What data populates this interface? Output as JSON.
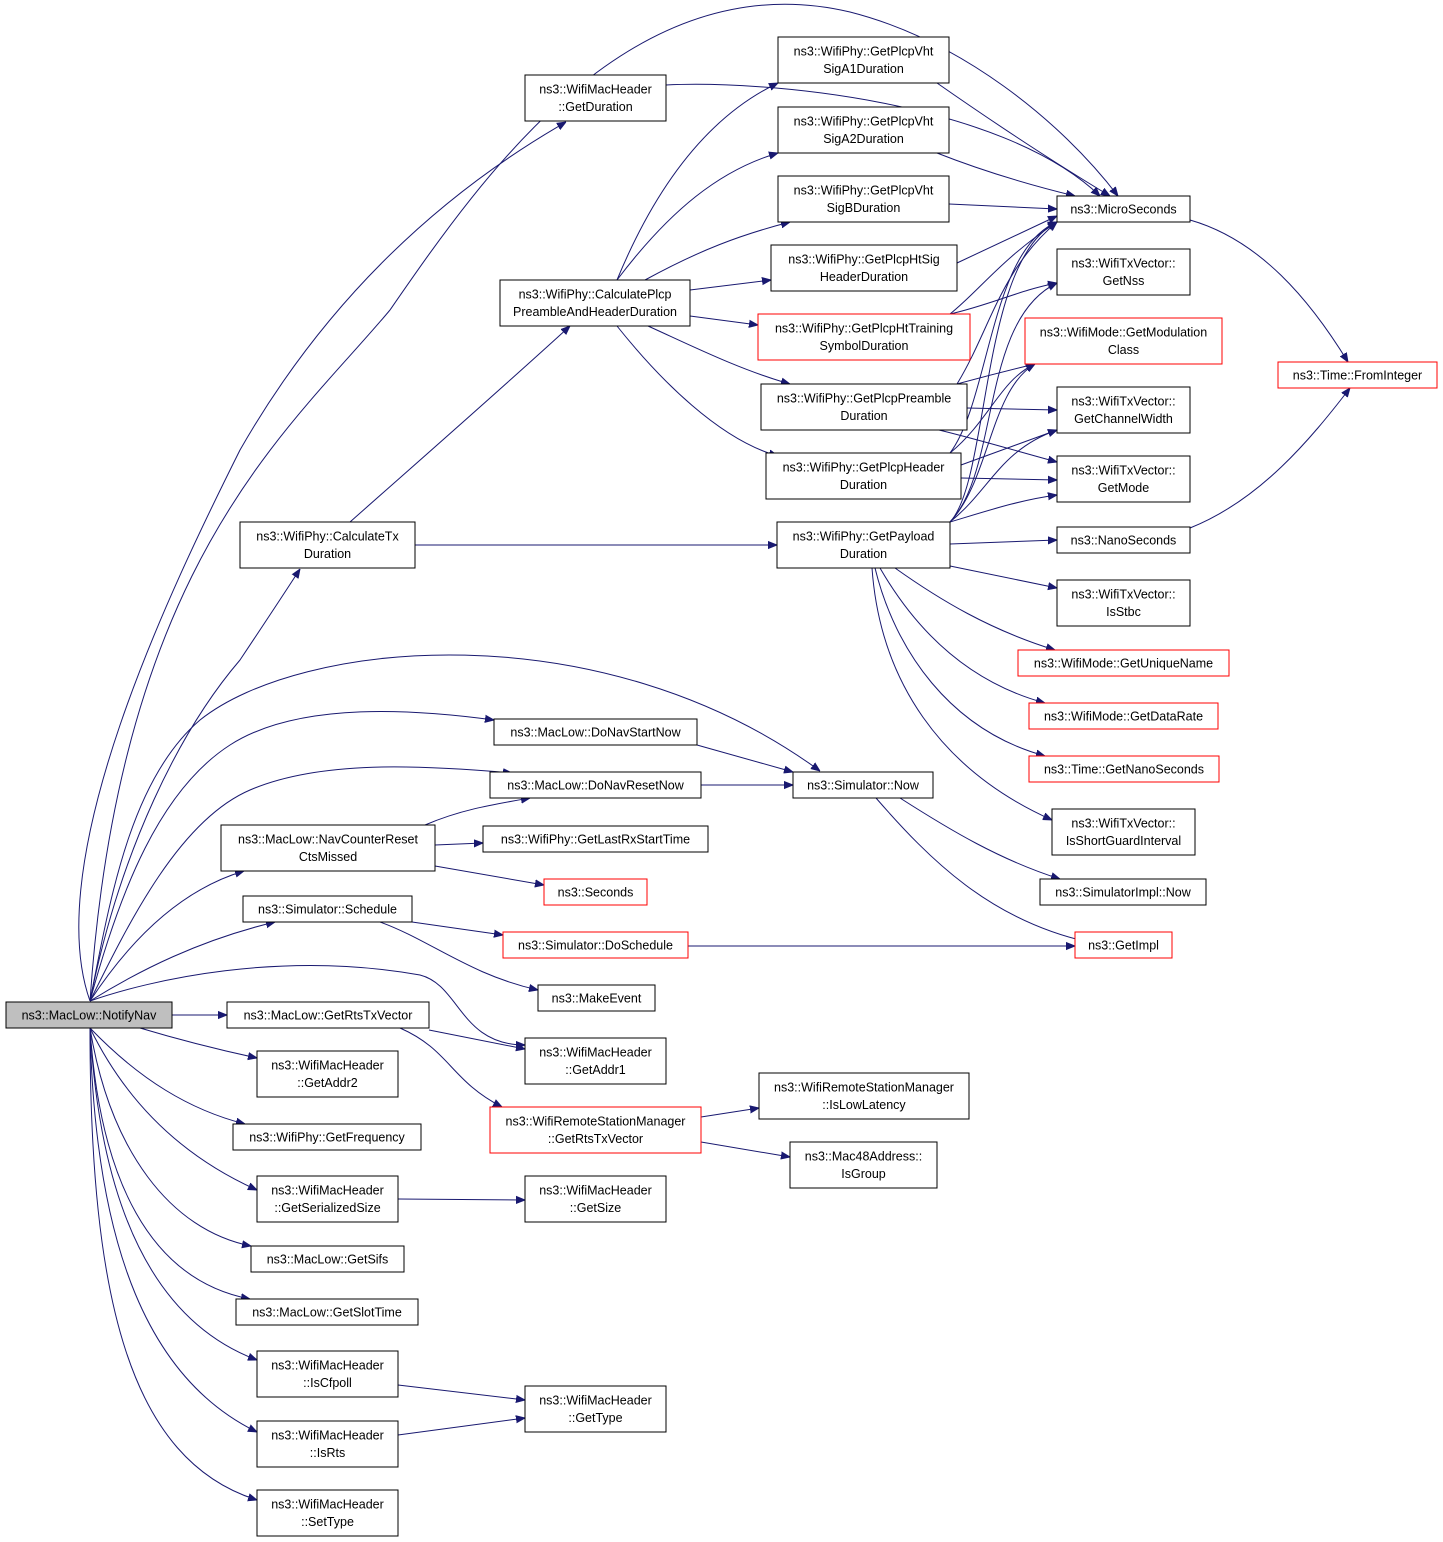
{
  "graph": {
    "nodes": [
      {
        "id": "notifynav",
        "lines": [
          "ns3::MacLow::NotifyNav"
        ],
        "style": "root"
      },
      {
        "id": "whdr_getduration",
        "lines": [
          "ns3::WifiMacHeader",
          "::GetDuration"
        ],
        "style": "normal"
      },
      {
        "id": "vhta1",
        "lines": [
          "ns3::WifiPhy::GetPlcpVht",
          "SigA1Duration"
        ],
        "style": "normal"
      },
      {
        "id": "vhta2",
        "lines": [
          "ns3::WifiPhy::GetPlcpVht",
          "SigA2Duration"
        ],
        "style": "normal"
      },
      {
        "id": "vhtb",
        "lines": [
          "ns3::WifiPhy::GetPlcpVht",
          "SigBDuration"
        ],
        "style": "normal"
      },
      {
        "id": "htsig",
        "lines": [
          "ns3::WifiPhy::GetPlcpHtSig",
          "HeaderDuration"
        ],
        "style": "normal"
      },
      {
        "id": "calcpreamble",
        "lines": [
          "ns3::WifiPhy::CalculatePlcp",
          "PreambleAndHeaderDuration"
        ],
        "style": "normal"
      },
      {
        "id": "httraining",
        "lines": [
          "ns3::WifiPhy::GetPlcpHtTraining",
          "SymbolDuration"
        ],
        "style": "red"
      },
      {
        "id": "preamble",
        "lines": [
          "ns3::WifiPhy::GetPlcpPreamble",
          "Duration"
        ],
        "style": "normal"
      },
      {
        "id": "plcpheader",
        "lines": [
          "ns3::WifiPhy::GetPlcpHeader",
          "Duration"
        ],
        "style": "normal"
      },
      {
        "id": "calctx",
        "lines": [
          "ns3::WifiPhy::CalculateTx",
          "Duration"
        ],
        "style": "normal"
      },
      {
        "id": "payload",
        "lines": [
          "ns3::WifiPhy::GetPayload",
          "Duration"
        ],
        "style": "normal"
      },
      {
        "id": "microseconds",
        "lines": [
          "ns3::MicroSeconds"
        ],
        "style": "normal"
      },
      {
        "id": "getnss",
        "lines": [
          "ns3::WifiTxVector::",
          "GetNss"
        ],
        "style": "normal"
      },
      {
        "id": "modclass",
        "lines": [
          "ns3::WifiMode::GetModulation",
          "Class"
        ],
        "style": "red"
      },
      {
        "id": "chwidth",
        "lines": [
          "ns3::WifiTxVector::",
          "GetChannelWidth"
        ],
        "style": "normal"
      },
      {
        "id": "getmode",
        "lines": [
          "ns3::WifiTxVector::",
          "GetMode"
        ],
        "style": "normal"
      },
      {
        "id": "nanoseconds",
        "lines": [
          "ns3::NanoSeconds"
        ],
        "style": "normal"
      },
      {
        "id": "isstbc",
        "lines": [
          "ns3::WifiTxVector::",
          "IsStbc"
        ],
        "style": "normal"
      },
      {
        "id": "uniquename",
        "lines": [
          "ns3::WifiMode::GetUniqueName"
        ],
        "style": "red"
      },
      {
        "id": "datarate",
        "lines": [
          "ns3::WifiMode::GetDataRate"
        ],
        "style": "red"
      },
      {
        "id": "getnanoseconds",
        "lines": [
          "ns3::Time::GetNanoSeconds"
        ],
        "style": "red"
      },
      {
        "id": "shortgi",
        "lines": [
          "ns3::WifiTxVector::",
          "IsShortGuardInterval"
        ],
        "style": "normal"
      },
      {
        "id": "frominteger",
        "lines": [
          "ns3::Time::FromInteger"
        ],
        "style": "red"
      },
      {
        "id": "donavstart",
        "lines": [
          "ns3::MacLow::DoNavStartNow"
        ],
        "style": "normal"
      },
      {
        "id": "donavreset",
        "lines": [
          "ns3::MacLow::DoNavResetNow"
        ],
        "style": "normal"
      },
      {
        "id": "simnow",
        "lines": [
          "ns3::Simulator::Now"
        ],
        "style": "normal"
      },
      {
        "id": "navcounter",
        "lines": [
          "ns3::MacLow::NavCounterReset",
          "CtsMissed"
        ],
        "style": "normal"
      },
      {
        "id": "lastrx",
        "lines": [
          "ns3::WifiPhy::GetLastRxStartTime"
        ],
        "style": "normal"
      },
      {
        "id": "seconds",
        "lines": [
          "ns3::Seconds"
        ],
        "style": "red"
      },
      {
        "id": "simimplnow",
        "lines": [
          "ns3::SimulatorImpl::Now"
        ],
        "style": "normal"
      },
      {
        "id": "schedule",
        "lines": [
          "ns3::Simulator::Schedule"
        ],
        "style": "normal"
      },
      {
        "id": "doschedule",
        "lines": [
          "ns3::Simulator::DoSchedule"
        ],
        "style": "red"
      },
      {
        "id": "getimpl",
        "lines": [
          "ns3::GetImpl"
        ],
        "style": "red"
      },
      {
        "id": "makeevent",
        "lines": [
          "ns3::MakeEvent"
        ],
        "style": "normal"
      },
      {
        "id": "rtstxvector",
        "lines": [
          "ns3::MacLow::GetRtsTxVector"
        ],
        "style": "normal"
      },
      {
        "id": "addr1",
        "lines": [
          "ns3::WifiMacHeader",
          "::GetAddr1"
        ],
        "style": "normal"
      },
      {
        "id": "addr2",
        "lines": [
          "ns3::WifiMacHeader",
          "::GetAddr2"
        ],
        "style": "normal"
      },
      {
        "id": "rsmrts",
        "lines": [
          "ns3::WifiRemoteStationManager",
          "::GetRtsTxVector"
        ],
        "style": "red"
      },
      {
        "id": "lowlatency",
        "lines": [
          "ns3::WifiRemoteStationManager",
          "::IsLowLatency"
        ],
        "style": "normal"
      },
      {
        "id": "isgroup",
        "lines": [
          "ns3::Mac48Address::",
          "IsGroup"
        ],
        "style": "normal"
      },
      {
        "id": "frequency",
        "lines": [
          "ns3::WifiPhy::GetFrequency"
        ],
        "style": "normal"
      },
      {
        "id": "serialized",
        "lines": [
          "ns3::WifiMacHeader",
          "::GetSerializedSize"
        ],
        "style": "normal"
      },
      {
        "id": "getsize",
        "lines": [
          "ns3::WifiMacHeader",
          "::GetSize"
        ],
        "style": "normal"
      },
      {
        "id": "getsifs",
        "lines": [
          "ns3::MacLow::GetSifs"
        ],
        "style": "normal"
      },
      {
        "id": "slottime",
        "lines": [
          "ns3::MacLow::GetSlotTime"
        ],
        "style": "normal"
      },
      {
        "id": "iscfpoll",
        "lines": [
          "ns3::WifiMacHeader",
          "::IsCfpoll"
        ],
        "style": "normal"
      },
      {
        "id": "gettype",
        "lines": [
          "ns3::WifiMacHeader",
          "::GetType"
        ],
        "style": "normal"
      },
      {
        "id": "isrts",
        "lines": [
          "ns3::WifiMacHeader",
          "::IsRts"
        ],
        "style": "normal"
      },
      {
        "id": "settype",
        "lines": [
          "ns3::WifiMacHeader",
          "::SetType"
        ],
        "style": "normal"
      }
    ],
    "edges": [
      [
        "notifynav",
        "whdr_getduration"
      ],
      [
        "notifynav",
        "microseconds"
      ],
      [
        "notifynav",
        "calctx"
      ],
      [
        "notifynav",
        "simnow"
      ],
      [
        "notifynav",
        "donavstart"
      ],
      [
        "notifynav",
        "donavreset"
      ],
      [
        "notifynav",
        "navcounter"
      ],
      [
        "notifynav",
        "schedule"
      ],
      [
        "notifynav",
        "rtstxvector"
      ],
      [
        "notifynav",
        "addr1"
      ],
      [
        "notifynav",
        "addr2"
      ],
      [
        "notifynav",
        "frequency"
      ],
      [
        "notifynav",
        "serialized"
      ],
      [
        "notifynav",
        "getsifs"
      ],
      [
        "notifynav",
        "slottime"
      ],
      [
        "notifynav",
        "iscfpoll"
      ],
      [
        "notifynav",
        "isrts"
      ],
      [
        "notifynav",
        "settype"
      ],
      [
        "whdr_getduration",
        "microseconds"
      ],
      [
        "calcpreamble",
        "vhta1"
      ],
      [
        "calcpreamble",
        "vhta2"
      ],
      [
        "calcpreamble",
        "vhtb"
      ],
      [
        "calcpreamble",
        "htsig"
      ],
      [
        "calcpreamble",
        "httraining"
      ],
      [
        "calcpreamble",
        "preamble"
      ],
      [
        "calcpreamble",
        "plcpheader"
      ],
      [
        "vhta1",
        "microseconds"
      ],
      [
        "vhta2",
        "microseconds"
      ],
      [
        "vhtb",
        "microseconds"
      ],
      [
        "htsig",
        "microseconds"
      ],
      [
        "httraining",
        "microseconds"
      ],
      [
        "httraining",
        "getnss"
      ],
      [
        "preamble",
        "microseconds"
      ],
      [
        "preamble",
        "modclass"
      ],
      [
        "preamble",
        "chwidth"
      ],
      [
        "preamble",
        "getmode"
      ],
      [
        "plcpheader",
        "microseconds"
      ],
      [
        "plcpheader",
        "modclass"
      ],
      [
        "plcpheader",
        "chwidth"
      ],
      [
        "plcpheader",
        "getmode"
      ],
      [
        "calctx",
        "calcpreamble"
      ],
      [
        "calctx",
        "payload"
      ],
      [
        "payload",
        "microseconds"
      ],
      [
        "payload",
        "getnss"
      ],
      [
        "payload",
        "modclass"
      ],
      [
        "payload",
        "chwidth"
      ],
      [
        "payload",
        "getmode"
      ],
      [
        "payload",
        "nanoseconds"
      ],
      [
        "payload",
        "isstbc"
      ],
      [
        "payload",
        "uniquename"
      ],
      [
        "payload",
        "datarate"
      ],
      [
        "payload",
        "getnanoseconds"
      ],
      [
        "payload",
        "shortgi"
      ],
      [
        "microseconds",
        "frominteger"
      ],
      [
        "nanoseconds",
        "frominteger"
      ],
      [
        "donavstart",
        "simnow"
      ],
      [
        "donavreset",
        "simnow"
      ],
      [
        "navcounter",
        "donavreset"
      ],
      [
        "navcounter",
        "lastrx"
      ],
      [
        "navcounter",
        "seconds"
      ],
      [
        "simnow",
        "simimplnow"
      ],
      [
        "simnow",
        "getimpl"
      ],
      [
        "schedule",
        "doschedule"
      ],
      [
        "schedule",
        "makeevent"
      ],
      [
        "doschedule",
        "getimpl"
      ],
      [
        "rtstxvector",
        "addr1"
      ],
      [
        "rtstxvector",
        "rsmrts"
      ],
      [
        "rsmrts",
        "lowlatency"
      ],
      [
        "rsmrts",
        "isgroup"
      ],
      [
        "serialized",
        "getsize"
      ],
      [
        "iscfpoll",
        "gettype"
      ],
      [
        "isrts",
        "gettype"
      ]
    ]
  },
  "colors": {
    "edge": "#191970",
    "node_border": "#000000",
    "node_border_red": "#ff0000",
    "root_fill": "#bfbfbf",
    "node_fill": "#ffffff"
  }
}
